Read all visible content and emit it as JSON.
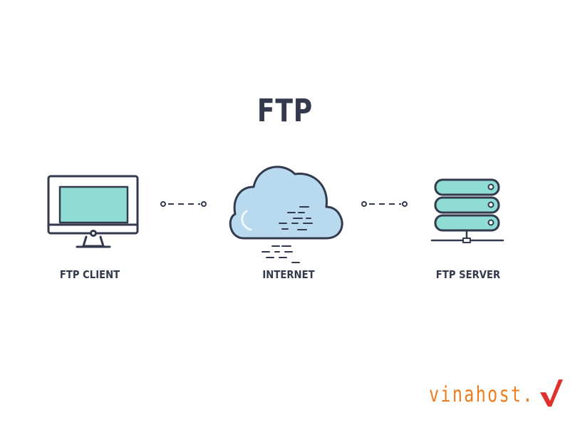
{
  "title": "FTP",
  "nodes": {
    "client": {
      "label": "FTP CLIENT",
      "icon": "monitor-icon"
    },
    "internet": {
      "label": "INTERNET",
      "icon": "cloud-icon"
    },
    "server": {
      "label": "FTP SERVER",
      "icon": "server-icon"
    }
  },
  "brand": {
    "name": "vinahost."
  },
  "colors": {
    "outline": "#333a4d",
    "screen": "#8fdcd5",
    "cloud": "#b9d9ee",
    "brand_orange": "#ef7d20",
    "brand_red": "#e0322b"
  }
}
